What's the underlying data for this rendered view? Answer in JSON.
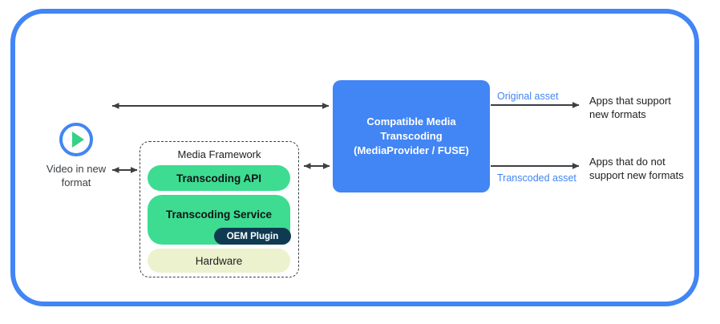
{
  "frame": {
    "border_color": "#4285f4"
  },
  "source": {
    "icon": "play-circle-icon",
    "caption": "Video in\nnew format",
    "ring_color": "#4285f4",
    "triangle_color": "#34d186"
  },
  "media_framework": {
    "title": "Media Framework",
    "border_style": "dashed",
    "layers": [
      {
        "id": "transcoding-api",
        "label": "Transcoding API",
        "color": "#3ddc91",
        "text_color": "#111418"
      },
      {
        "id": "transcoding-service",
        "label": "Transcoding Service",
        "color": "#3ddc91",
        "text_color": "#111418"
      },
      {
        "id": "hardware",
        "label": "Hardware",
        "color": "#ecf2cd",
        "text_color": "#202124"
      }
    ],
    "badge": {
      "label": "OEM Plugin",
      "color": "#0f3b52",
      "text_color": "#ffffff"
    }
  },
  "transcoding_box": {
    "label": "Compatible Media\nTranscoding\n(MediaProvider / FUSE)",
    "color": "#4285f4",
    "text_color": "#ffffff"
  },
  "outputs": {
    "original": {
      "asset_label": "Original asset",
      "target_label": "Apps that support\nnew formats",
      "asset_color": "#4285f4"
    },
    "transcoded": {
      "asset_label": "Transcoded asset",
      "target_label": "Apps that do not\nsupport new formats",
      "asset_color": "#4285f4"
    }
  },
  "connectors": [
    {
      "id": "video-to-cmt-top",
      "type": "bidirectional",
      "color": "#3c4043"
    },
    {
      "id": "video-to-framework",
      "type": "bidirectional",
      "color": "#3c4043"
    },
    {
      "id": "framework-to-cmt",
      "type": "bidirectional",
      "color": "#3c4043"
    },
    {
      "id": "cmt-to-apps-support",
      "type": "unidirectional",
      "color": "#3c4043"
    },
    {
      "id": "cmt-to-apps-no-support",
      "type": "unidirectional",
      "color": "#3c4043"
    }
  ]
}
